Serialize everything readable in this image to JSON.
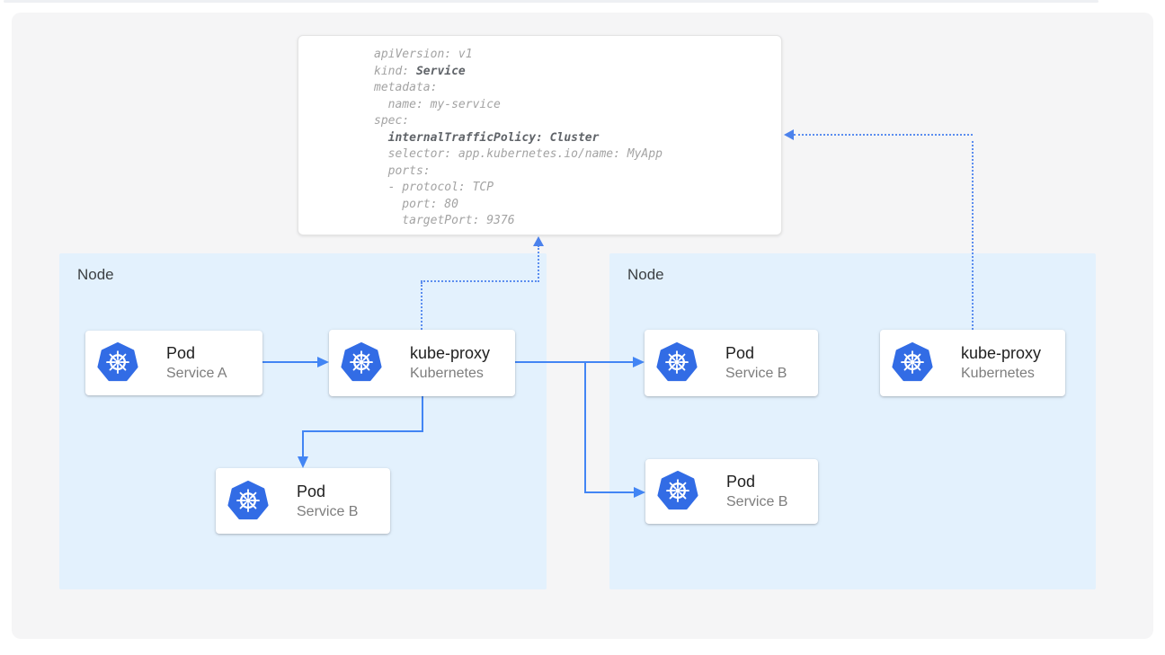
{
  "colors": {
    "panel_bg": "#f5f5f6",
    "node_fill": "#e3f1fd",
    "arrow_blue": "#4285f4",
    "dotted_blue": "#5b8def",
    "kubernetes_blue": "#326ce5",
    "yaml_text": "#a3a3a3",
    "yaml_bold_text": "#5f6368"
  },
  "yaml_card": {
    "lines": [
      {
        "pre": "apiVersion: v1",
        "bold": ""
      },
      {
        "pre": "kind: ",
        "bold": "Service"
      },
      {
        "pre": "metadata:",
        "bold": ""
      },
      {
        "pre": "  name: my-service",
        "bold": ""
      },
      {
        "pre": "spec:",
        "bold": ""
      },
      {
        "pre": "  ",
        "bold": "internalTrafficPolicy: Cluster"
      },
      {
        "pre": "  selector: app.kubernetes.io/name: MyApp",
        "bold": ""
      },
      {
        "pre": "  ports:",
        "bold": ""
      },
      {
        "pre": "  - protocol: TCP",
        "bold": ""
      },
      {
        "pre": "    port: 80",
        "bold": ""
      },
      {
        "pre": "    targetPort: 9376",
        "bold": ""
      }
    ]
  },
  "nodes": {
    "left": {
      "label": "Node"
    },
    "right": {
      "label": "Node"
    }
  },
  "cards": {
    "pod_service_a": {
      "title": "Pod",
      "subtitle": "Service A"
    },
    "kube_proxy_left": {
      "title": "kube-proxy",
      "subtitle": "Kubernetes"
    },
    "pod_service_b_left": {
      "title": "Pod",
      "subtitle": "Service B"
    },
    "pod_service_b_right_top": {
      "title": "Pod",
      "subtitle": "Service B"
    },
    "pod_service_b_right_bottom": {
      "title": "Pod",
      "subtitle": "Service B"
    },
    "kube_proxy_right": {
      "title": "kube-proxy",
      "subtitle": "Kubernetes"
    }
  },
  "icons": {
    "kubernetes_logo": "kubernetes-helm-wheel-icon"
  }
}
